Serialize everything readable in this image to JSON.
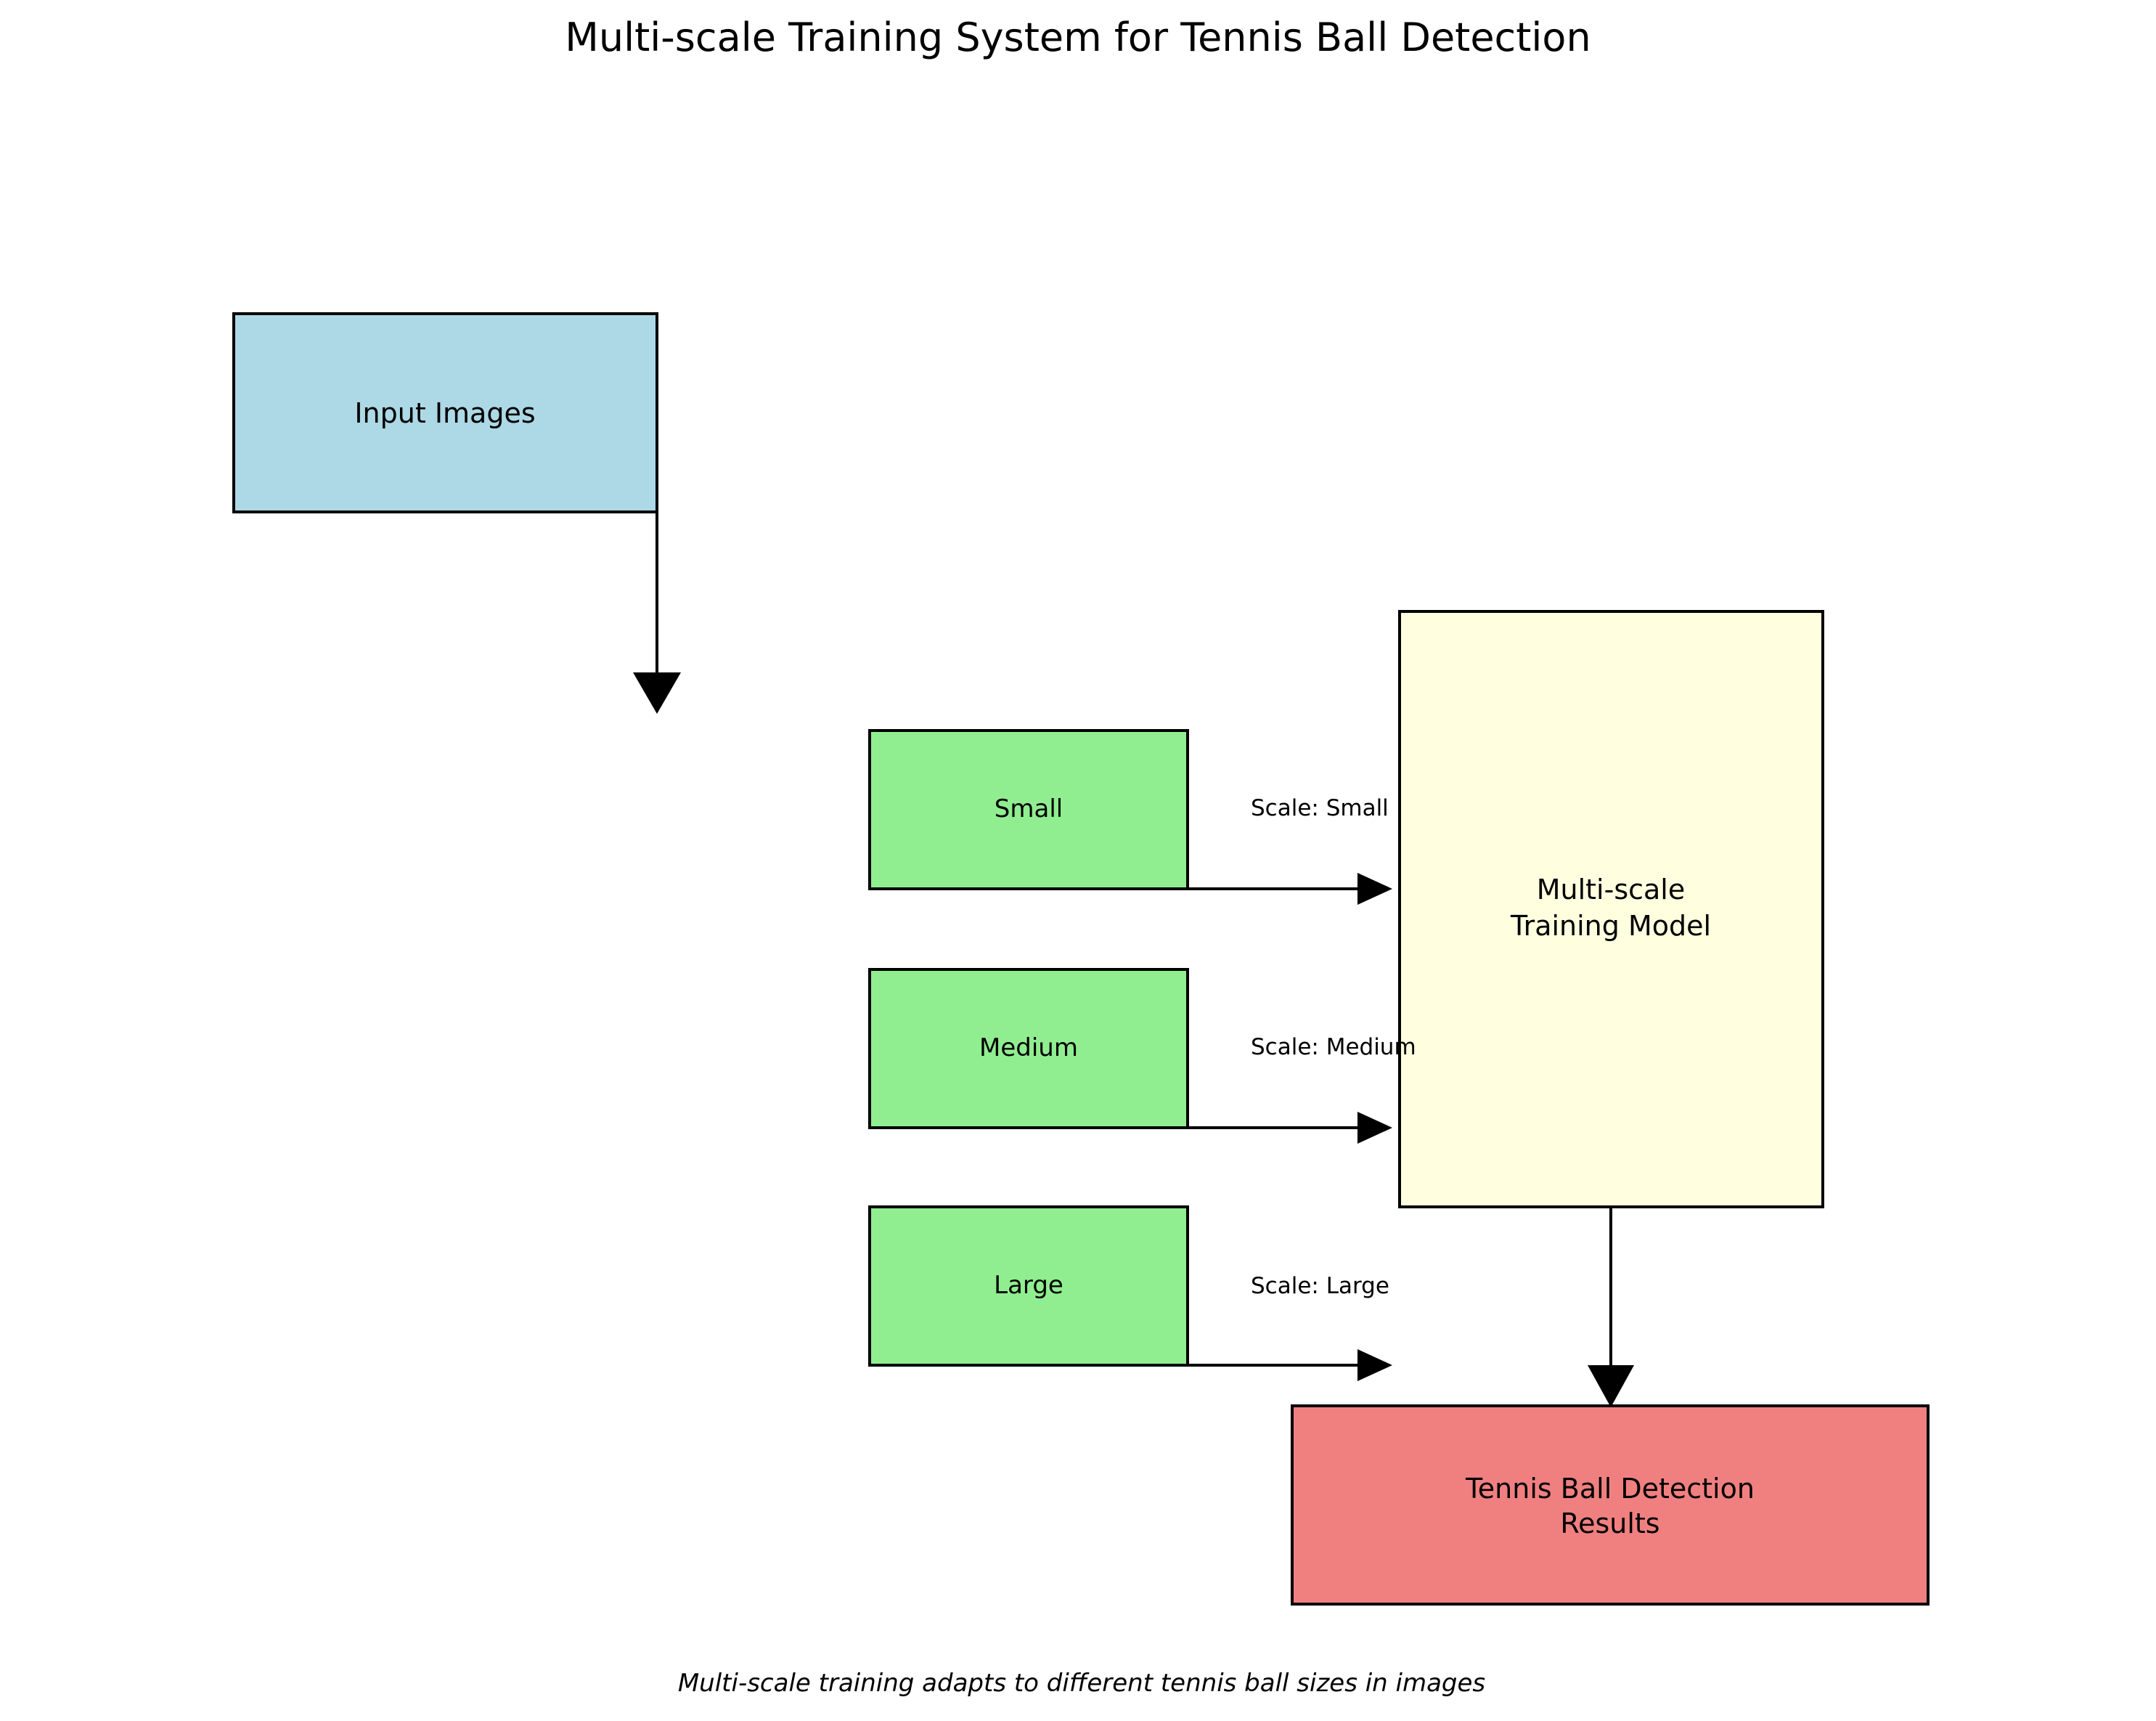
{
  "title": "Multi-scale Training System for Tennis Ball Detection",
  "caption": "Multi-scale training adapts to different tennis ball sizes in images",
  "colors": {
    "input": "#add8e6",
    "scale": "#90ee90",
    "model": "#ffffe0",
    "output": "#f08080"
  },
  "nodes": {
    "input": {
      "label": "Input Images"
    },
    "small": {
      "label": "Small"
    },
    "medium": {
      "label": "Medium"
    },
    "large": {
      "label": "Large"
    },
    "model": {
      "line1": "Multi-scale",
      "line2": "Training Model"
    },
    "output": {
      "line1": "Tennis Ball Detection",
      "line2": "Results"
    }
  },
  "edge_labels": {
    "small": "Scale: Small",
    "medium": "Scale: Medium",
    "large": "Scale: Large"
  }
}
